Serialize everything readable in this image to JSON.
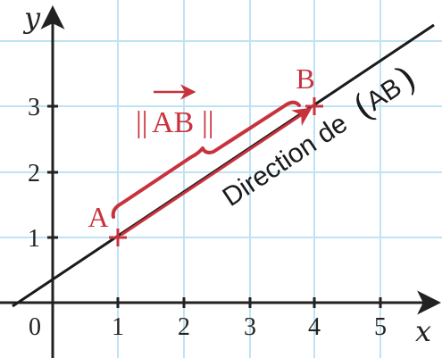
{
  "axes": {
    "x_label": "x",
    "y_label": "y",
    "origin_label": "0",
    "x_ticks": [
      "1",
      "2",
      "3",
      "4",
      "5"
    ],
    "y_ticks": [
      "1",
      "2",
      "3"
    ]
  },
  "points": {
    "A": {
      "label": "A",
      "x": 1,
      "y": 1
    },
    "B": {
      "label": "B",
      "x": 4,
      "y": 3
    }
  },
  "norm_label": {
    "open": "||",
    "vector": "AB",
    "close": "||"
  },
  "direction_label": {
    "text": "Direction de",
    "paren_open": "(",
    "line_name": "AB",
    "paren_close": ")"
  },
  "colors": {
    "grid": "#bfe3f3",
    "axis": "#222222",
    "line": "#1a1a1a",
    "accent": "#c8323c"
  }
}
